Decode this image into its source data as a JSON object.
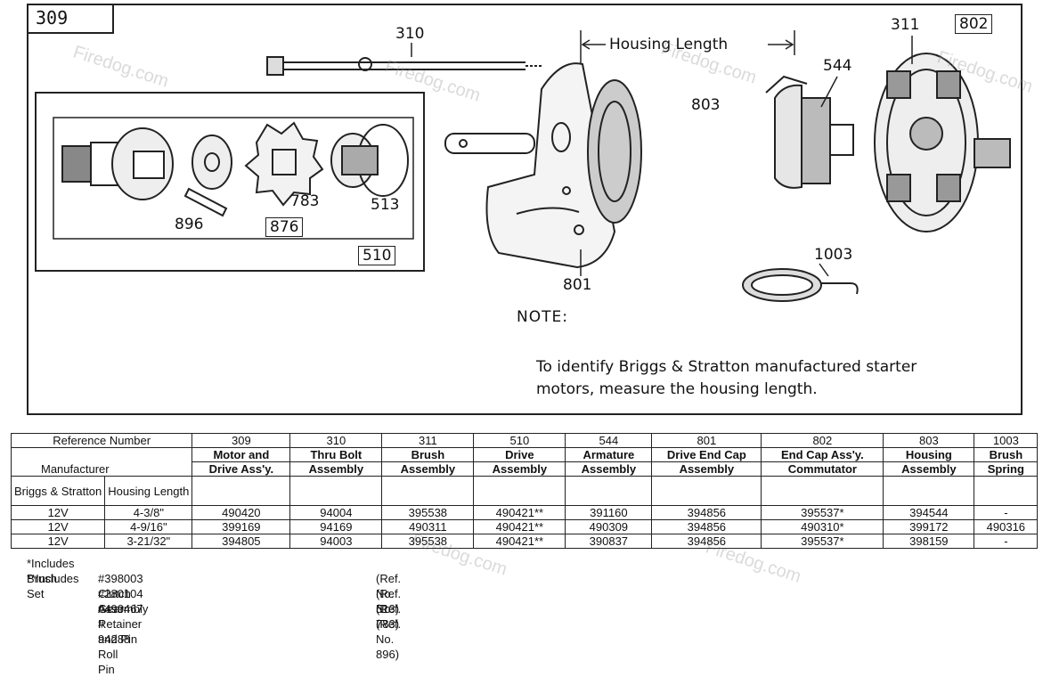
{
  "figure": {
    "ref_number": "309",
    "labels": {
      "l310": "310",
      "l311": "311",
      "l802": "802",
      "l544": "544",
      "l803": "803",
      "l801": "801",
      "l1003": "1003",
      "l510": "510",
      "l513": "513",
      "l783": "783",
      "l876": "876",
      "l896": "896",
      "housing_length": "Housing Length"
    },
    "note_title": "NOTE:",
    "note_body": "To identify Briggs & Stratton manufactured starter motors, measure the housing length.",
    "watermark": "Firedog.com"
  },
  "table": {
    "ref_header": "Reference Number",
    "manufacturer_header": "Manufacturer",
    "columns": [
      {
        "ref": "309",
        "name1": "Motor and",
        "name2": "Drive Ass'y."
      },
      {
        "ref": "310",
        "name1": "Thru Bolt",
        "name2": "Assembly"
      },
      {
        "ref": "311",
        "name1": "Brush",
        "name2": "Assembly"
      },
      {
        "ref": "510",
        "name1": "Drive",
        "name2": "Assembly"
      },
      {
        "ref": "544",
        "name1": "Armature",
        "name2": "Assembly"
      },
      {
        "ref": "801",
        "name1": "Drive End Cap",
        "name2": "Assembly"
      },
      {
        "ref": "802",
        "name1": "End Cap Ass'y.",
        "name2": "Commutator"
      },
      {
        "ref": "803",
        "name1": "Housing",
        "name2": "Assembly"
      },
      {
        "ref": "1003",
        "name1": "Brush",
        "name2": "Spring"
      }
    ],
    "sub_headers": {
      "col1": "Briggs & Stratton",
      "col2": "Housing Length"
    },
    "rows": [
      {
        "volt": "12V",
        "length": "4-3/8\"",
        "cells": [
          "490420",
          "94004",
          "395538",
          "490421**",
          "391160",
          "394856",
          "395537*",
          "394544",
          "-"
        ]
      },
      {
        "volt": "12V",
        "length": "4-9/16\"",
        "cells": [
          "399169",
          "94169",
          "490311",
          "490421**",
          "490309",
          "394856",
          "490310*",
          "399172",
          "490316"
        ]
      },
      {
        "volt": "12V",
        "length": "3-21/32\"",
        "cells": [
          "394805",
          "94003",
          "395538",
          "490421**",
          "390837",
          "394856",
          "395537*",
          "398159",
          "-"
        ]
      }
    ]
  },
  "footnotes": {
    "star": "*Includes Brush Set",
    "double_star": "**Includes",
    "items": [
      {
        "part": "#398003 Clutch Assembly",
        "ref": "(Ref. No. 513)"
      },
      {
        "part": "#280104 Gear",
        "ref": "(Ref. No. 783)"
      },
      {
        "part": "#490467 Retainer and Pin",
        "ref": "(Ref. !"
      },
      {
        "part": "# 94288 Roll Pin",
        "ref": "(Ref. No. 896)"
      }
    ]
  }
}
